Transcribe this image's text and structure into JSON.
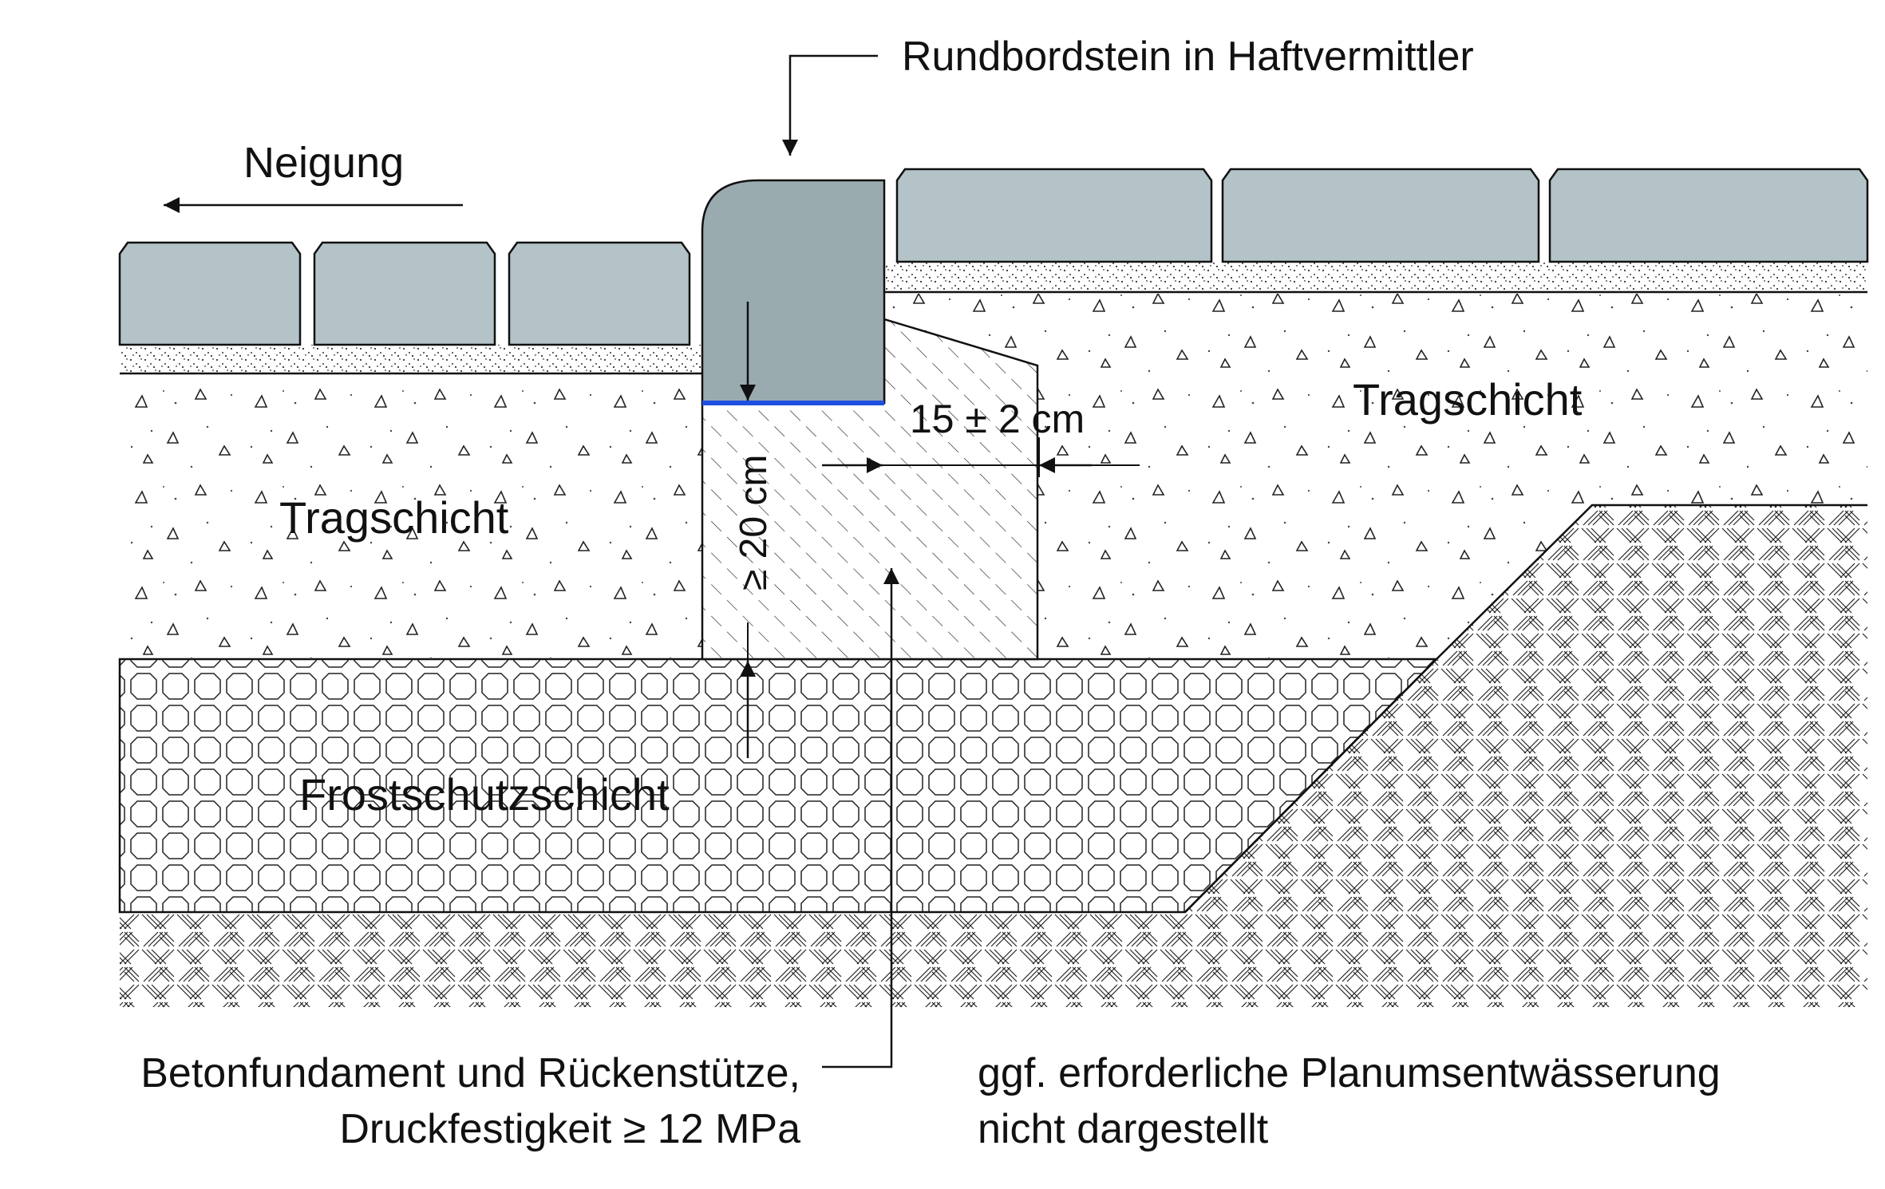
{
  "labels": {
    "curb_title": "Rundbordstein in Haftvermittler",
    "slope": "Neigung",
    "base_layer_left": "Tragschicht",
    "base_layer_right": "Tragschicht",
    "frost_layer": "Frostschutzschicht",
    "dim_width": "15 ± 2 cm",
    "dim_depth": "≥ 20 cm",
    "foundation_line1": "Betonfundament und Rückenstütze,",
    "foundation_line2": "Druckfestigkeit ≥ 12 MPa",
    "drainage_line1": "ggf. erforderliche Planumsentwässerung",
    "drainage_line2": "nicht dargestellt"
  },
  "colors": {
    "paver": "#b3c3c8",
    "curb": "#9aabb0",
    "bond_line": "#1f4fe0",
    "line": "#1a1a1a"
  }
}
